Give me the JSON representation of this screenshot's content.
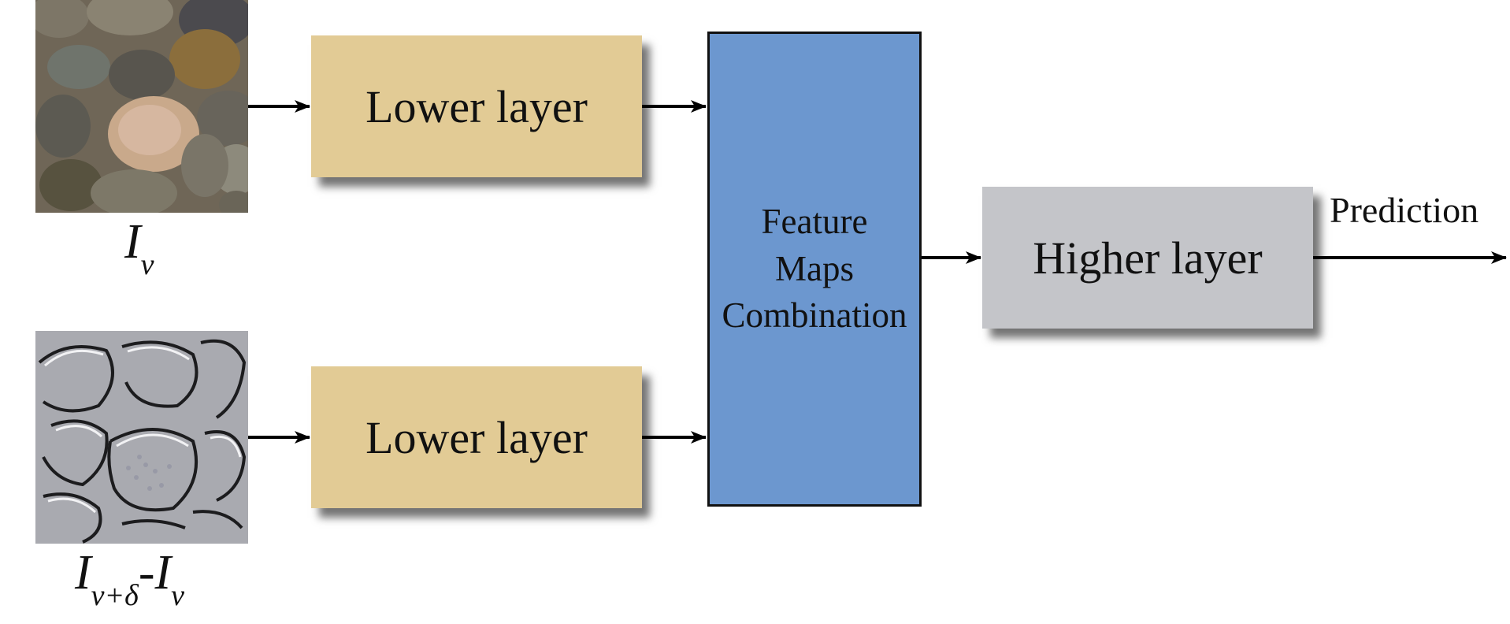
{
  "nodes": {
    "lower_top": "Lower layer",
    "lower_bottom": "Lower layer",
    "feature_lines": [
      "Feature",
      "Maps",
      "Combination"
    ],
    "higher": "Higher layer"
  },
  "captions": {
    "input_top": "I",
    "input_top_sub": "v",
    "input_bottom_a": "I",
    "input_bottom_a_sub": "v+δ",
    "input_bottom_sep": "-",
    "input_bottom_b": "I",
    "input_bottom_b_sub": "v"
  },
  "output_label": "Prediction",
  "colors": {
    "lower_fill": "#e2cb95",
    "feature_fill": "#6c97cf",
    "higher_fill": "#c4c5c9",
    "arrow": "#000000"
  },
  "images": {
    "top": "pebbles-photo",
    "bottom": "temporal-difference-image"
  }
}
